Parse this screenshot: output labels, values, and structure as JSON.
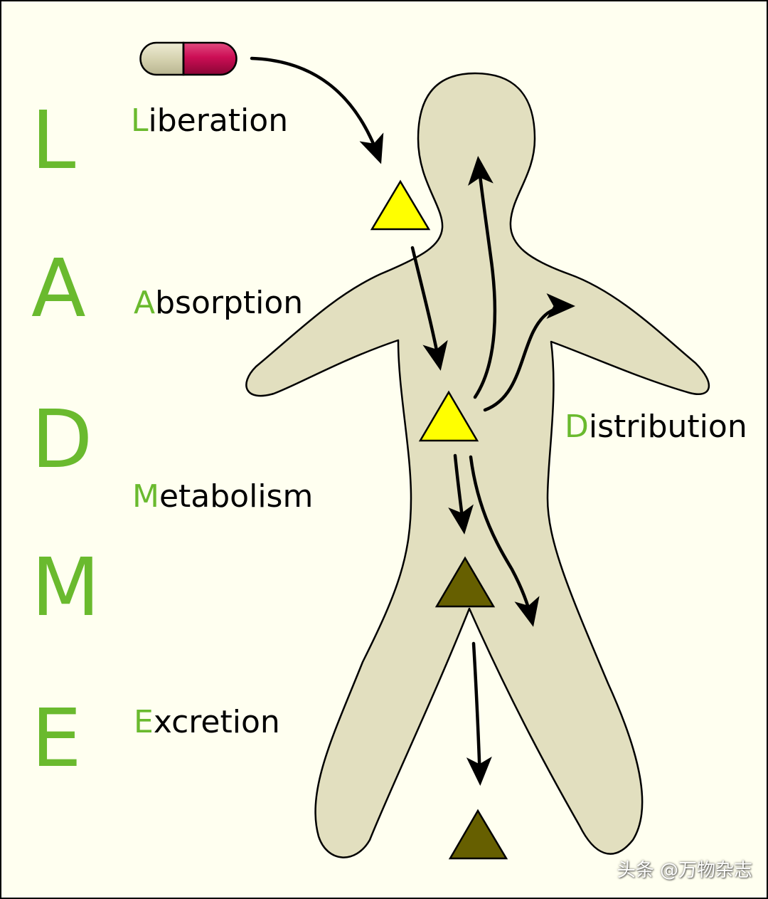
{
  "acronym": {
    "letters": [
      "L",
      "A",
      "D",
      "M",
      "E"
    ]
  },
  "stages": {
    "liberation": {
      "initial": "L",
      "rest": "iberation"
    },
    "absorption": {
      "initial": "A",
      "rest": "bsorption"
    },
    "distribution": {
      "initial": "D",
      "rest": "istribution"
    },
    "metabolism": {
      "initial": "M",
      "rest": "etabolism"
    },
    "excretion": {
      "initial": "E",
      "rest": "xcretion"
    }
  },
  "watermark": "头条 @万物杂志",
  "colors": {
    "accent_green": "#6aba2e",
    "background": "#fffff0",
    "body_fill": "#e2dfbf",
    "drug_yellow": "#ffff00",
    "metabolite_olive": "#665f00",
    "capsule_light": "#d6d3b0",
    "capsule_red": "#cc0e55"
  }
}
